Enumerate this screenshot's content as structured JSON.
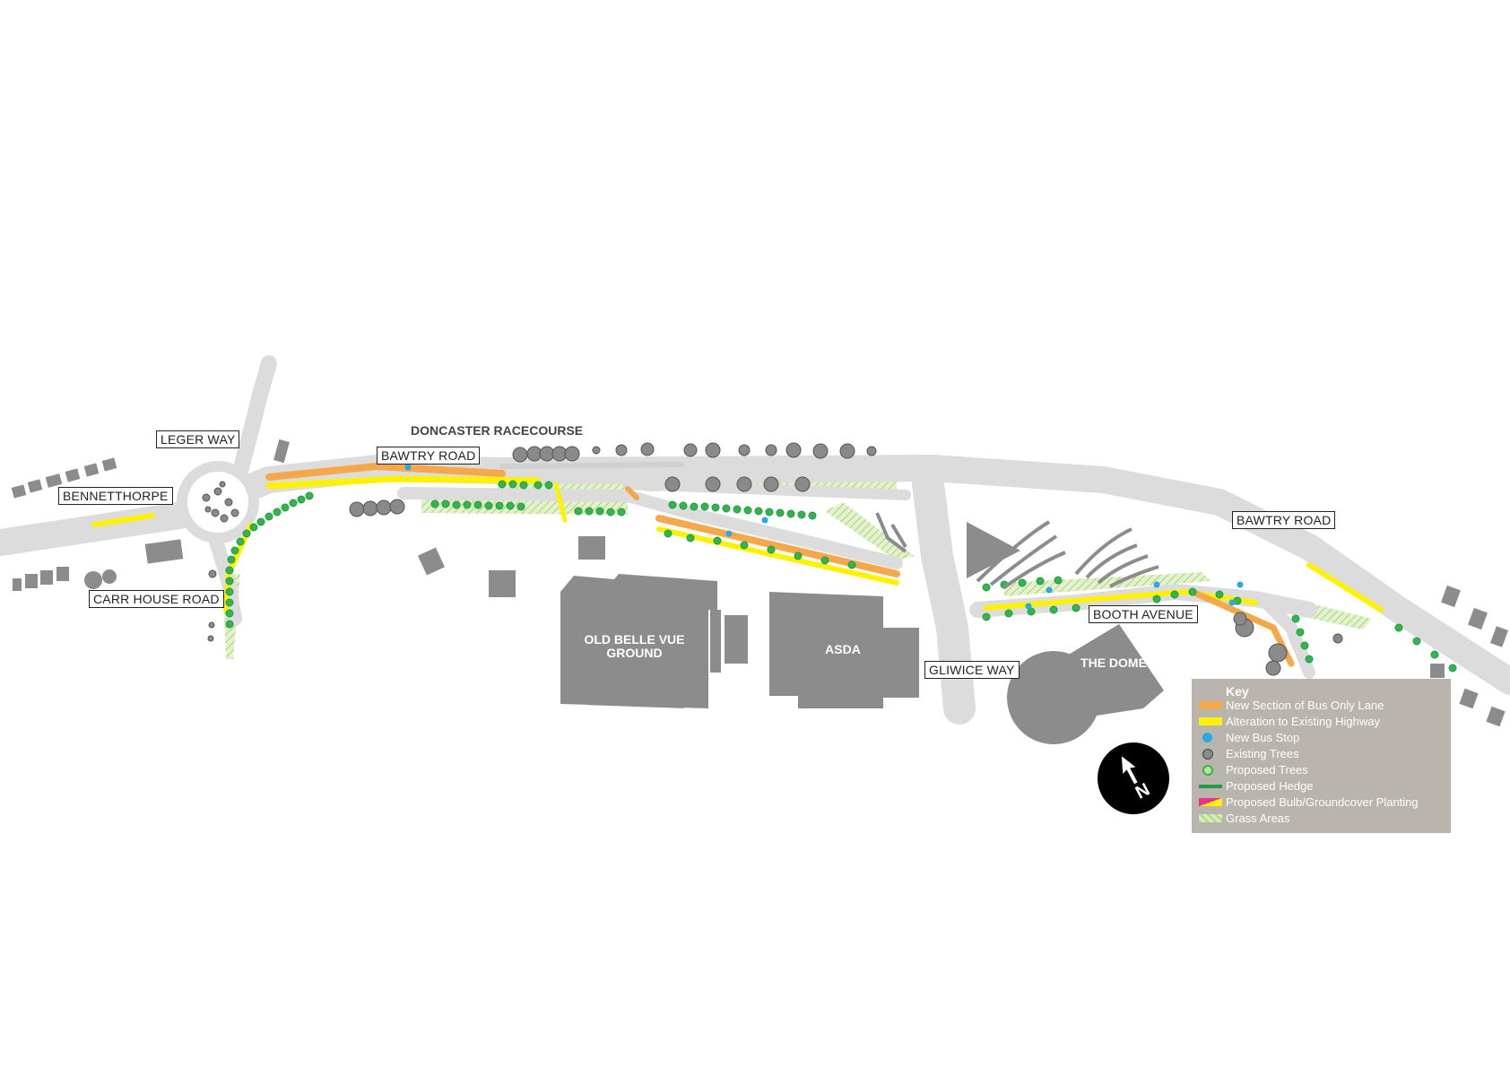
{
  "labels": {
    "leger_way": "LEGER WAY",
    "bennetthorpe": "BENNETTHORPE",
    "carr_house_road": "CARR HOUSE ROAD",
    "bawtry_road_west": "BAWTRY ROAD",
    "doncaster_racecourse": "DONCASTER RACECOURSE",
    "bawtry_road_east": "BAWTRY ROAD",
    "booth_avenue": "BOOTH AVENUE",
    "gliwice_way": "GLIWICE WAY"
  },
  "buildings": {
    "old_belle_vue": "OLD BELLE VUE GROUND",
    "old_belle_vue_line1": "OLD BELLE VUE",
    "old_belle_vue_line2": "GROUND",
    "asda": "ASDA",
    "the_dome": "THE DOME"
  },
  "legend": {
    "title": "Key",
    "items": [
      {
        "label": "New Section of Bus Only Lane",
        "color": "#f5a84a"
      },
      {
        "label": "Alteration to Existing Highway",
        "color": "#fff200"
      },
      {
        "label": "New Bus Stop",
        "color": "#29a9e1"
      },
      {
        "label": "Existing Trees",
        "color": "#8a8a8a"
      },
      {
        "label": "Proposed Trees",
        "color": "#34b44a"
      },
      {
        "label": "Proposed Hedge",
        "color": "#1f9a48"
      },
      {
        "label": "Proposed Bulb/Groundcover Planting",
        "color": "#ec2f8c"
      },
      {
        "label": "Grass Areas",
        "color": "#b9dd8a"
      }
    ]
  },
  "north_arrow": {
    "label": "N"
  },
  "colors": {
    "road": "#dcdcdc",
    "building": "#8c8c8c",
    "bus_lane": "#f5a84a",
    "highway": "#fff200",
    "grass": "#cfe8a8",
    "legend_bg": "#bab4ae"
  }
}
